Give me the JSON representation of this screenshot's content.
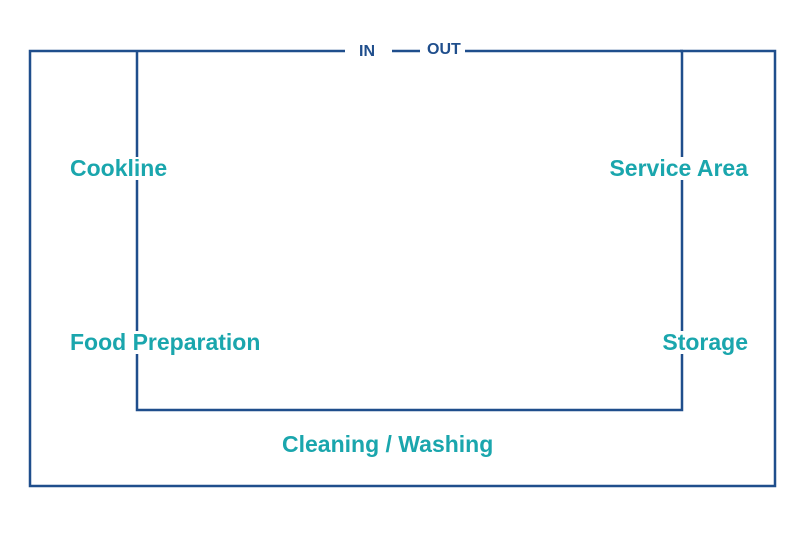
{
  "diagram": {
    "flow": {
      "in_label": "IN",
      "out_label": "OUT"
    },
    "zones": {
      "cookline": "Cookline",
      "service_area": "Service Area",
      "food_preparation": "Food Preparation",
      "storage": "Storage",
      "cleaning_washing": "Cleaning / Washing"
    },
    "colors": {
      "line": "#1f4e8c",
      "zone_text": "#1aa6ad",
      "flow_text": "#1f4e8c"
    }
  }
}
